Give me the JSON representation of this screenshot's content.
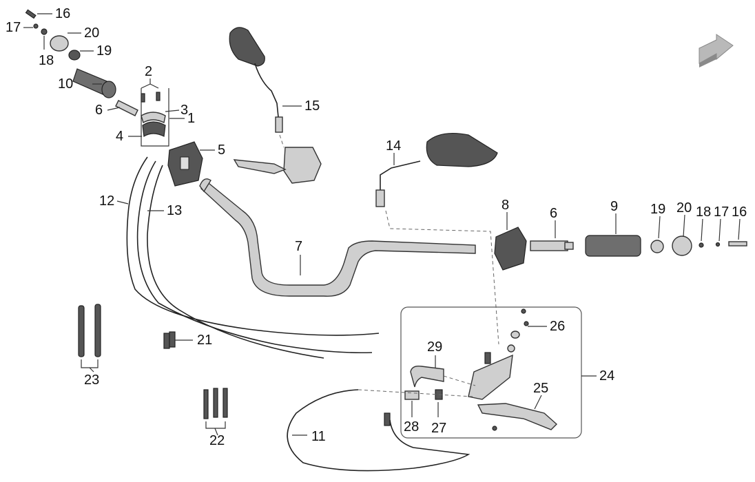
{
  "callouts": [
    {
      "id": "1",
      "label": "1"
    },
    {
      "id": "2",
      "label": "2"
    },
    {
      "id": "3",
      "label": "3"
    },
    {
      "id": "4",
      "label": "4"
    },
    {
      "id": "5",
      "label": "5"
    },
    {
      "id": "6a",
      "label": "6"
    },
    {
      "id": "6b",
      "label": "6"
    },
    {
      "id": "7",
      "label": "7"
    },
    {
      "id": "8",
      "label": "8"
    },
    {
      "id": "9",
      "label": "9"
    },
    {
      "id": "10",
      "label": "10"
    },
    {
      "id": "11",
      "label": "11"
    },
    {
      "id": "12",
      "label": "12"
    },
    {
      "id": "13",
      "label": "13"
    },
    {
      "id": "14",
      "label": "14"
    },
    {
      "id": "15",
      "label": "15"
    },
    {
      "id": "16a",
      "label": "16"
    },
    {
      "id": "16b",
      "label": "16"
    },
    {
      "id": "17a",
      "label": "17"
    },
    {
      "id": "17b",
      "label": "17"
    },
    {
      "id": "18a",
      "label": "18"
    },
    {
      "id": "18b",
      "label": "18"
    },
    {
      "id": "19a",
      "label": "19"
    },
    {
      "id": "19b",
      "label": "19"
    },
    {
      "id": "20a",
      "label": "20"
    },
    {
      "id": "20b",
      "label": "20"
    },
    {
      "id": "21",
      "label": "21"
    },
    {
      "id": "22",
      "label": "22"
    },
    {
      "id": "23",
      "label": "23"
    },
    {
      "id": "24",
      "label": "24"
    },
    {
      "id": "25",
      "label": "25"
    },
    {
      "id": "26",
      "label": "26"
    },
    {
      "id": "27",
      "label": "27"
    },
    {
      "id": "28",
      "label": "28"
    },
    {
      "id": "29",
      "label": "29"
    }
  ],
  "icons": {
    "direction_arrow": "front-direction-arrow-icon"
  }
}
